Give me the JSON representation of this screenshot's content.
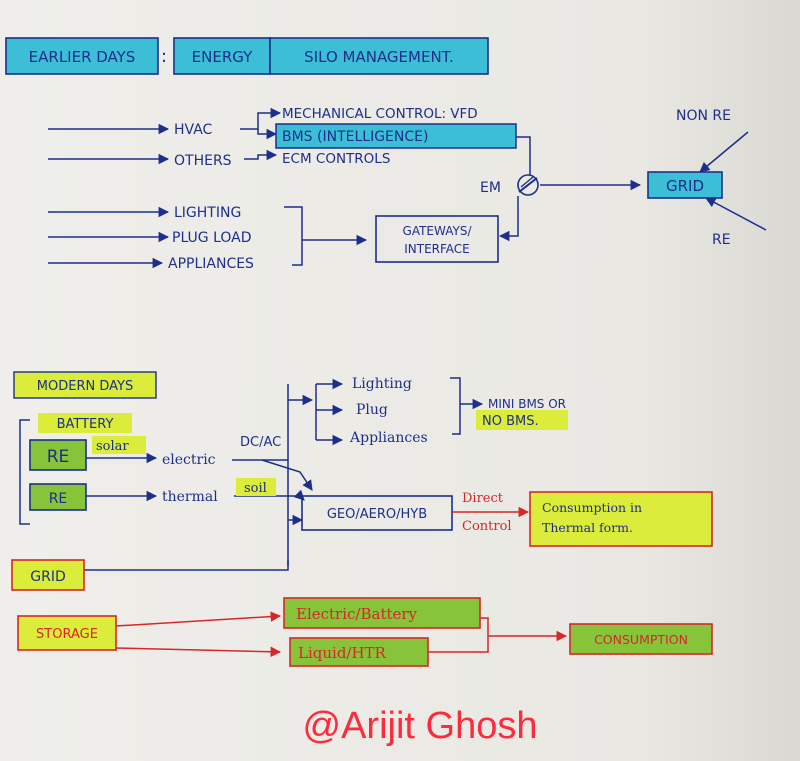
{
  "colors": {
    "paper": "#efeeea",
    "ink_blue": "#1d2f8a",
    "ink_red": "#d8262b",
    "highlight_blue": "#3cbfd6",
    "highlight_yellow": "#dbec3a",
    "highlight_green": "#88c43a",
    "watermark": "#ff2a3c"
  },
  "header": {
    "earlier_days": "EARLIER DAYS",
    "colon": ":",
    "energy": "ENERGY",
    "silo": "SILO MANAGEMENT."
  },
  "earlier": {
    "hvac": "HVAC",
    "others": "OTHERS",
    "lighting": "LIGHTING",
    "plug_load": "PLUG LOAD",
    "appliances": "APPLIANCES",
    "mech_control": "MECHANICAL CONTROL: VFD",
    "bms": "BMS (INTELLIGENCE)",
    "ecm": "ECM CONTROLS",
    "gateway_line1": "GATEWAYS/",
    "gateway_line2": "INTERFACE",
    "em": "EM",
    "grid": "GRID",
    "non_re": "NON RE",
    "re": "RE"
  },
  "modern": {
    "title": "MODERN DAYS",
    "battery": "BATTERY",
    "re1": "RE",
    "solar": "solar",
    "electric": "electric",
    "dcac": "DC/AC",
    "re2": "RE",
    "thermal": "thermal",
    "soil": "soil",
    "lighting": "Lighting",
    "plug": "Plug",
    "appliances": "Appliances",
    "mini_bms": "MINI BMS OR",
    "no_bms": "NO BMS.",
    "geo": "GEO/AERO/HYB",
    "direct": "Direct",
    "control": "Control",
    "consumption_thermal_1": "Consumption in",
    "consumption_thermal_2": "Thermal form.",
    "grid": "GRID",
    "storage": "STORAGE",
    "electric_battery": "Electric/Battery",
    "liquid_htr": "Liquid/HTR",
    "consumption": "CONSUMPTION"
  },
  "watermark": "@Arijit Ghosh"
}
